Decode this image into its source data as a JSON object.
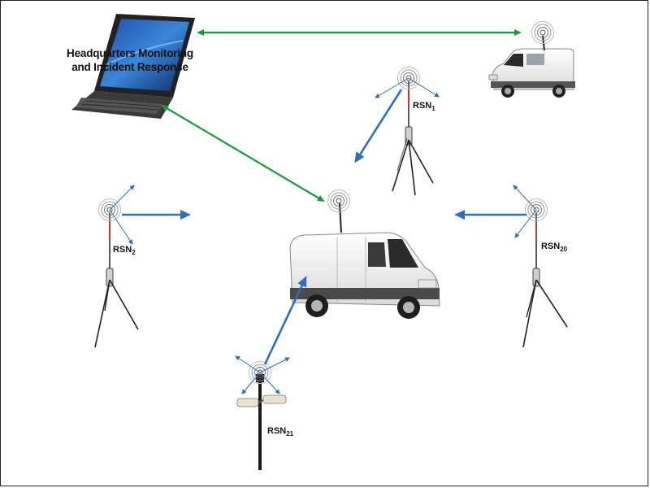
{
  "hq": {
    "line1": "Headquarters Monitoring",
    "line2": "and Incident Response"
  },
  "sensors": {
    "rsn1": {
      "base": "RSN",
      "sub": "1"
    },
    "rsn2": {
      "base": "RSN",
      "sub": "2"
    },
    "rsn20": {
      "base": "RSN",
      "sub": "20"
    },
    "rsn21": {
      "base": "RSN",
      "sub": "21"
    }
  },
  "colors": {
    "green_link": "#1a9a3a",
    "blue_link": "#2f6fb3",
    "van_body": "#f2f2f2",
    "laptop": "#2b2b2b"
  }
}
